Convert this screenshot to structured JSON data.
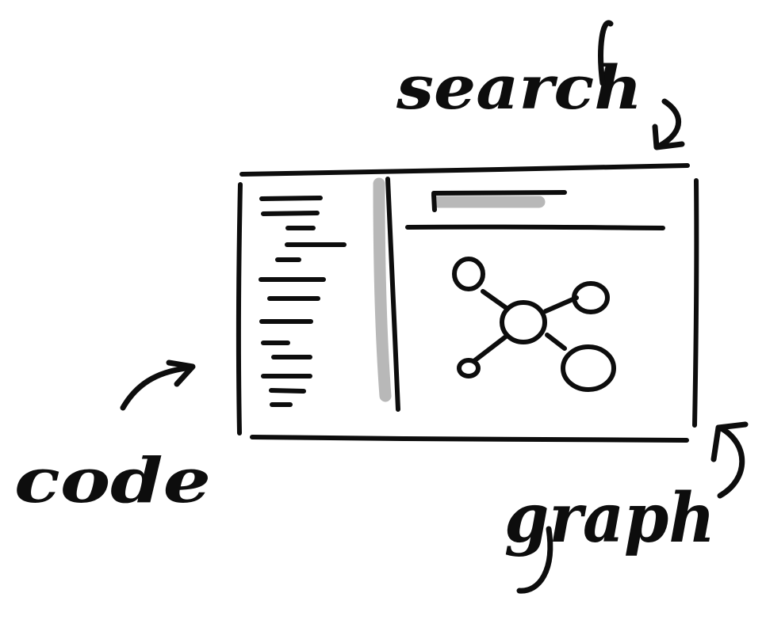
{
  "labels": {
    "search": "search",
    "code": "code",
    "graph": "graph"
  },
  "colors": {
    "ink": "#0d0d0d",
    "shade": "#b8b8b8",
    "background": "#ffffff"
  },
  "panels": {
    "code_lines": 13,
    "graph_nodes": 5
  }
}
